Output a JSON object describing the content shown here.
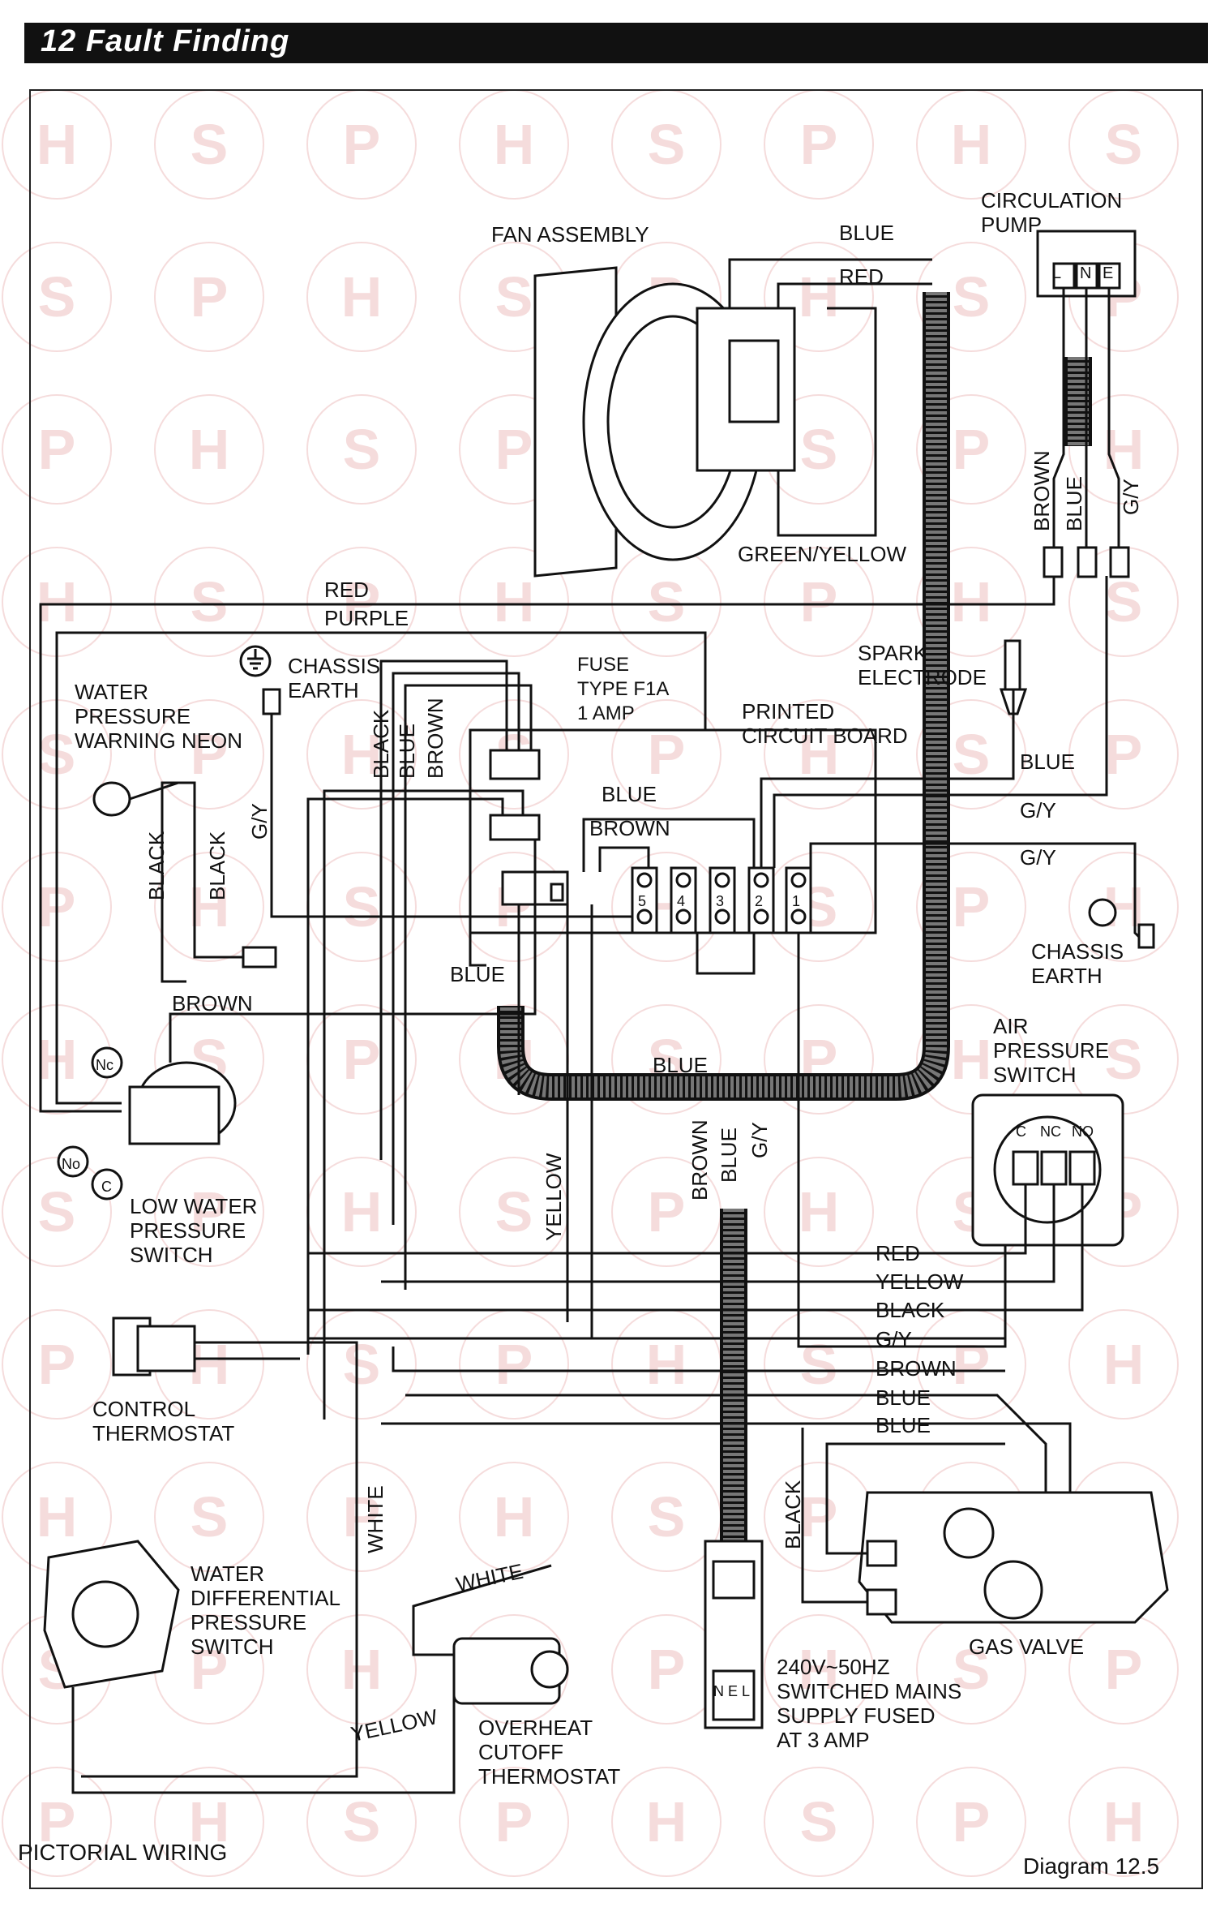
{
  "header": {
    "title": "12  Fault Finding"
  },
  "footer": {
    "left": "PICTORIAL WIRING",
    "right": "Diagram 12.5"
  },
  "watermark": {
    "letters": [
      "H",
      "S",
      "P"
    ]
  },
  "components": {
    "fan_assembly": "FAN ASSEMBLY",
    "circulation_pump": "CIRCULATION\nPUMP",
    "pump_terminals": [
      "L",
      "N",
      "E"
    ],
    "chassis_earth_top": "CHASSIS\nEARTH",
    "water_pressure_neon": "WATER\nPRESSURE\nWARNING NEON",
    "fuse": "FUSE\nTYPE F1A\n1 AMP",
    "spark_electrode": "SPARK\nELECTRODE",
    "pcb": "PRINTED\nCIRCUIT BOARD",
    "chassis_earth_right": "CHASSIS\nEARTH",
    "air_pressure_switch": "AIR\nPRESSURE\nSWITCH",
    "aps_terminals": [
      "C",
      "NC",
      "NO"
    ],
    "low_water_switch": "LOW WATER\nPRESSURE\nSWITCH",
    "lw_terminals": [
      "Nc",
      "No",
      "C"
    ],
    "control_thermostat": "CONTROL\nTHERMOSTAT",
    "water_diff_switch": "WATER\nDIFFERENTIAL\nPRESSURE\nSWITCH",
    "overheat_thermostat": "OVERHEAT\nCUTOFF\nTHERMOSTAT",
    "mains_supply": "240V~50Hz\nSWITCHED MAINS\nSUPPLY FUSED\nAT 3 AMP",
    "mains_terminals": "N E L",
    "gas_valve": "GAS VALVE",
    "pcb_terminals": [
      "5",
      "4",
      "3",
      "2",
      "1"
    ]
  },
  "wire_labels": {
    "blue_fan": "BLUE",
    "red_fan": "RED",
    "green_yellow": "GREEN/YELLOW",
    "red_top": "RED",
    "purple": "PURPLE",
    "brown_pump": "BROWN",
    "blue_pump": "BLUE",
    "gy_pump": "G/Y",
    "black_v1": "BLACK",
    "blue_v1": "BLUE",
    "brown_v1": "BROWN",
    "gy_neon": "G/Y",
    "black_neon1": "BLACK",
    "black_neon2": "BLACK",
    "blue_pcb": "BLUE",
    "brown_pcb": "BROWN",
    "blue_right": "BLUE",
    "gy_right1": "G/Y",
    "gy_right2": "G/Y",
    "blue_mid": "BLUE",
    "brown_left": "BROWN",
    "blue_bottom": "BLUE",
    "brown_harness": "BROWN",
    "blue_harness": "BLUE",
    "gy_harness": "G/Y",
    "yellow_v": "YELLOW",
    "red_bus": "RED",
    "yellow_bus": "YELLOW",
    "black_bus": "BLACK",
    "gy_bus": "G/Y",
    "brown_bus": "BROWN",
    "blue_bus1": "BLUE",
    "blue_bus2": "BLUE",
    "white_v": "WHITE",
    "white_diag": "WHITE",
    "yellow_diag": "YELLOW",
    "black_gas": "BLACK"
  }
}
